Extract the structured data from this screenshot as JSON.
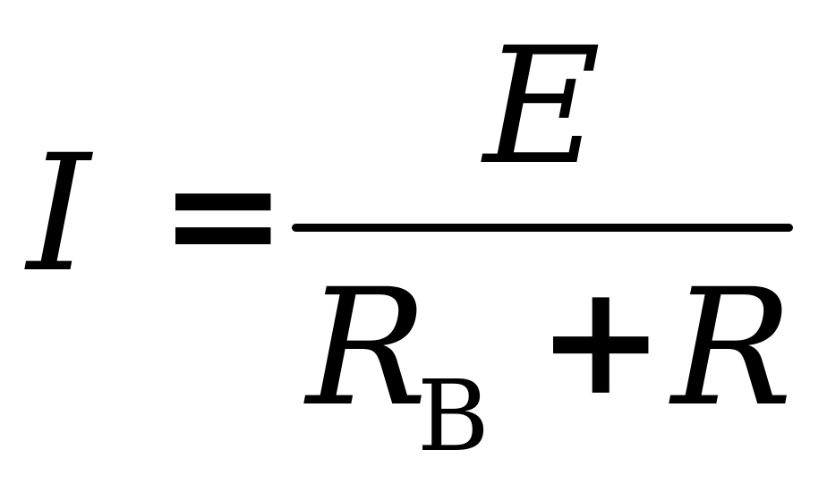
{
  "formula": {
    "lhs": "I",
    "equals": "=",
    "numerator": "E",
    "denominator": {
      "term1": "R",
      "term1_subscript": "B",
      "operator": "+",
      "term2": "R"
    }
  },
  "colors": {
    "text": "#000000",
    "background": "#ffffff"
  }
}
